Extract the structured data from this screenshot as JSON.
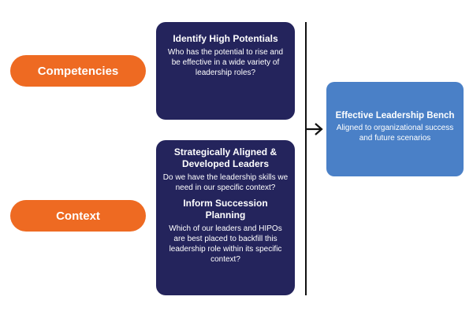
{
  "left_labels": {
    "competencies": "Competencies",
    "context": "Context"
  },
  "identify": {
    "title": "Identify High Potentials",
    "body": "Who has the potential to rise and be effective in a wide variety of leadership roles?"
  },
  "strategic": {
    "title": "Strategically Aligned & Developed Leaders",
    "body": "Do we have the leadership skills we need in our specific context?"
  },
  "succession": {
    "title": "Inform Succession Planning",
    "body": "Which of our leaders and HIPOs are best placed to backfill this leadership role within its specific context?"
  },
  "outcome": {
    "title": "Effective Leadership Bench",
    "body": "Aligned to organizational success and future scenarios"
  },
  "colors": {
    "orange": "#ee6a22",
    "navy": "#24245c",
    "blue": "#4a80c7"
  },
  "icons": {
    "arrow": "right-arrow-icon"
  }
}
